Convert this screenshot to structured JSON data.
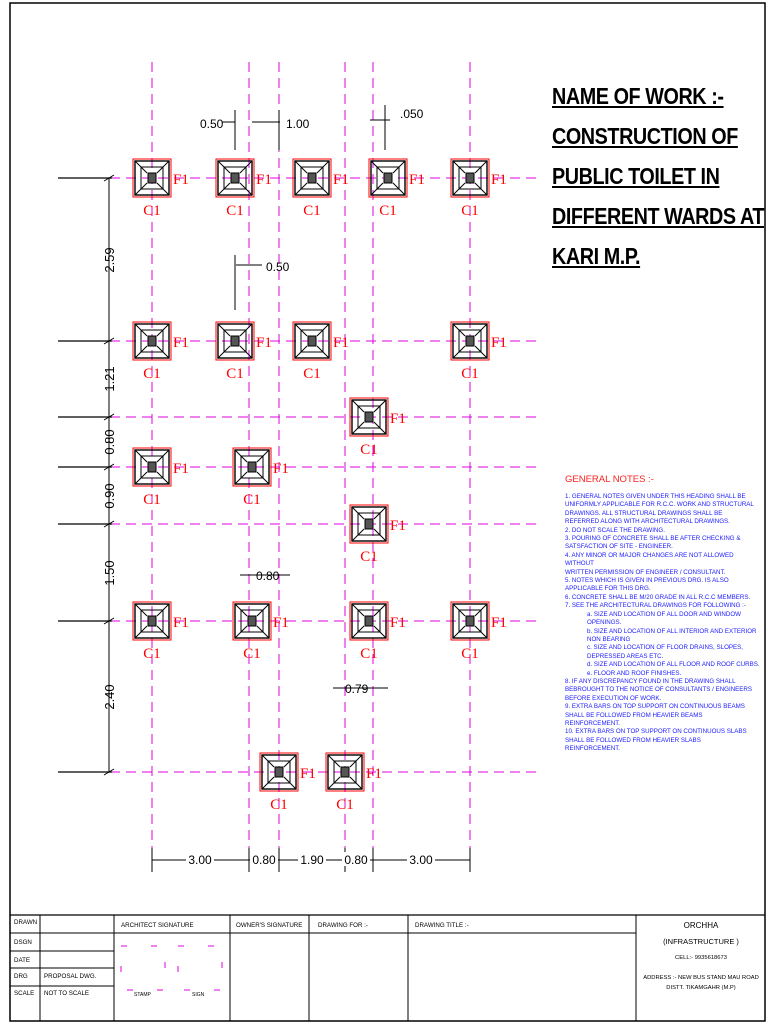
{
  "title": {
    "lines": [
      "NAME OF WORK :-",
      "CONSTRUCTION OF",
      "PUBLIC TOILET IN",
      "DIFFERENT WARDS AT",
      "KARI  M.P."
    ]
  },
  "plan": {
    "footing_label": "F1",
    "column_label": "C1",
    "colors": {
      "grid": "#e000e0",
      "footing": "#ff0000",
      "line": "#000000"
    },
    "vertical_dims": [
      "2.59",
      "1.21",
      "0.80",
      "0.90",
      "1.50",
      "2.40"
    ],
    "horizontal_dims": [
      "3.00",
      "0.80",
      "1.90",
      "0.80",
      "3.00"
    ],
    "top_dims": [
      ".050",
      "0.50",
      "1.00",
      "0.50",
      "0.80",
      "0.79"
    ]
  },
  "notes": {
    "heading": "GENERAL NOTES :-",
    "items": [
      "1.   GENERAL NOTES GIVEN UNDER THIS HEADING SHALL BE",
      "      UNIFORMLY APPLICABLE FOR R.C.C. WORK AND STRUCTURAL",
      "      DRAWINGS. ALL STRUCTURAL DRAWINGS SHALL BE",
      "      REFERRED ALONG WITH ARCHITECTURAL DRAWINGS.",
      "2.  DO NOT SCALE THE DRAWING.",
      "3.  POURING OF CONCRETE SHALL BE AFTER CHECKING &",
      "     SATSFACTION OF SITE - ENGINEER.",
      "4.  ANY MINOR OR MAJOR CHANGES ARE NOT ALLOWED  WITHOUT",
      "     WRITTEN   PERMISSION OF ENGINEER / CONSULTANT.",
      "5.  NOTES WHICH IS GIVEN IN PREVIOUS DRG. IS ALSO",
      "     APPLICABLE FOR THIS DRG.",
      "6.  CONCRETE SHALL BE M/20 GRADE IN ALL R.C.C MEMBERS.",
      "7.  SEE THE ARCHITECTURAL DRAWINGS FOR FOLLOWING :-"
    ],
    "sub_items": [
      "a. SIZE AND LOCATION OF ALL DOOR AND WINDOW",
      "    OPENINGS.",
      "b. SIZE AND LOCATION OF ALL INTERIOR AND EXTERIOR",
      "    NON BEARING",
      "c. SIZE AND LOCATION OF FLOOR DRAINS, SLOPES,",
      "    DEPRESSED AREAS ETC.",
      "d. SIZE AND LOCATION OF ALL FLOOR AND ROOF CURBS.",
      "e. FLOOR AND ROOF FINISHES."
    ],
    "items2": [
      "8.  IF ANY DISCREPANCY FOUND IN THE DRAWING SHALL",
      "     BEBROUGHT TO THE NOTICE OF CONSULTANTS / ENGINEERS",
      "     BEFORE EXECUTION OF WORK.",
      "9.  EXTRA BARS ON TOP SUPPORT ON CONTINUOUS BEAMS",
      "     SHALL BE FOLLOWED FROM HEAVIER BEAMS",
      "     REINFORCEMENT.",
      "10. EXTRA BARS ON TOP SUPPORT ON CONTINUOUS SLABS",
      "     SHALL BE FOLLOWED FROM HEAVIER SLABS",
      "     REINFORCEMENT."
    ]
  },
  "title_block": {
    "rows": [
      "DRAWN",
      "DSGN",
      "DATE",
      "DRG",
      "SCALE"
    ],
    "drg_value": "PROPOSAL DWG.",
    "scale_value": "NOT TO SCALE",
    "architect_signature": "ARCHITECT SIGNATURE",
    "stamp": "STAMP",
    "sign": "SIGN",
    "owner_signature": "OWNER'S SIGNATURE",
    "drawing_for": "DRAWING FOR :-",
    "drawing_title": "DRAWING  TITLE :-",
    "firm_name": "ORCHHA",
    "firm_sub": "(INFRASTRUCTURE )",
    "cell": "CELL:- 9935618673",
    "address1": "ADDRESS :- NEW BUS STAND MAU ROAD",
    "address2": "DISTT. TIKAMGAHR (M.P)"
  }
}
